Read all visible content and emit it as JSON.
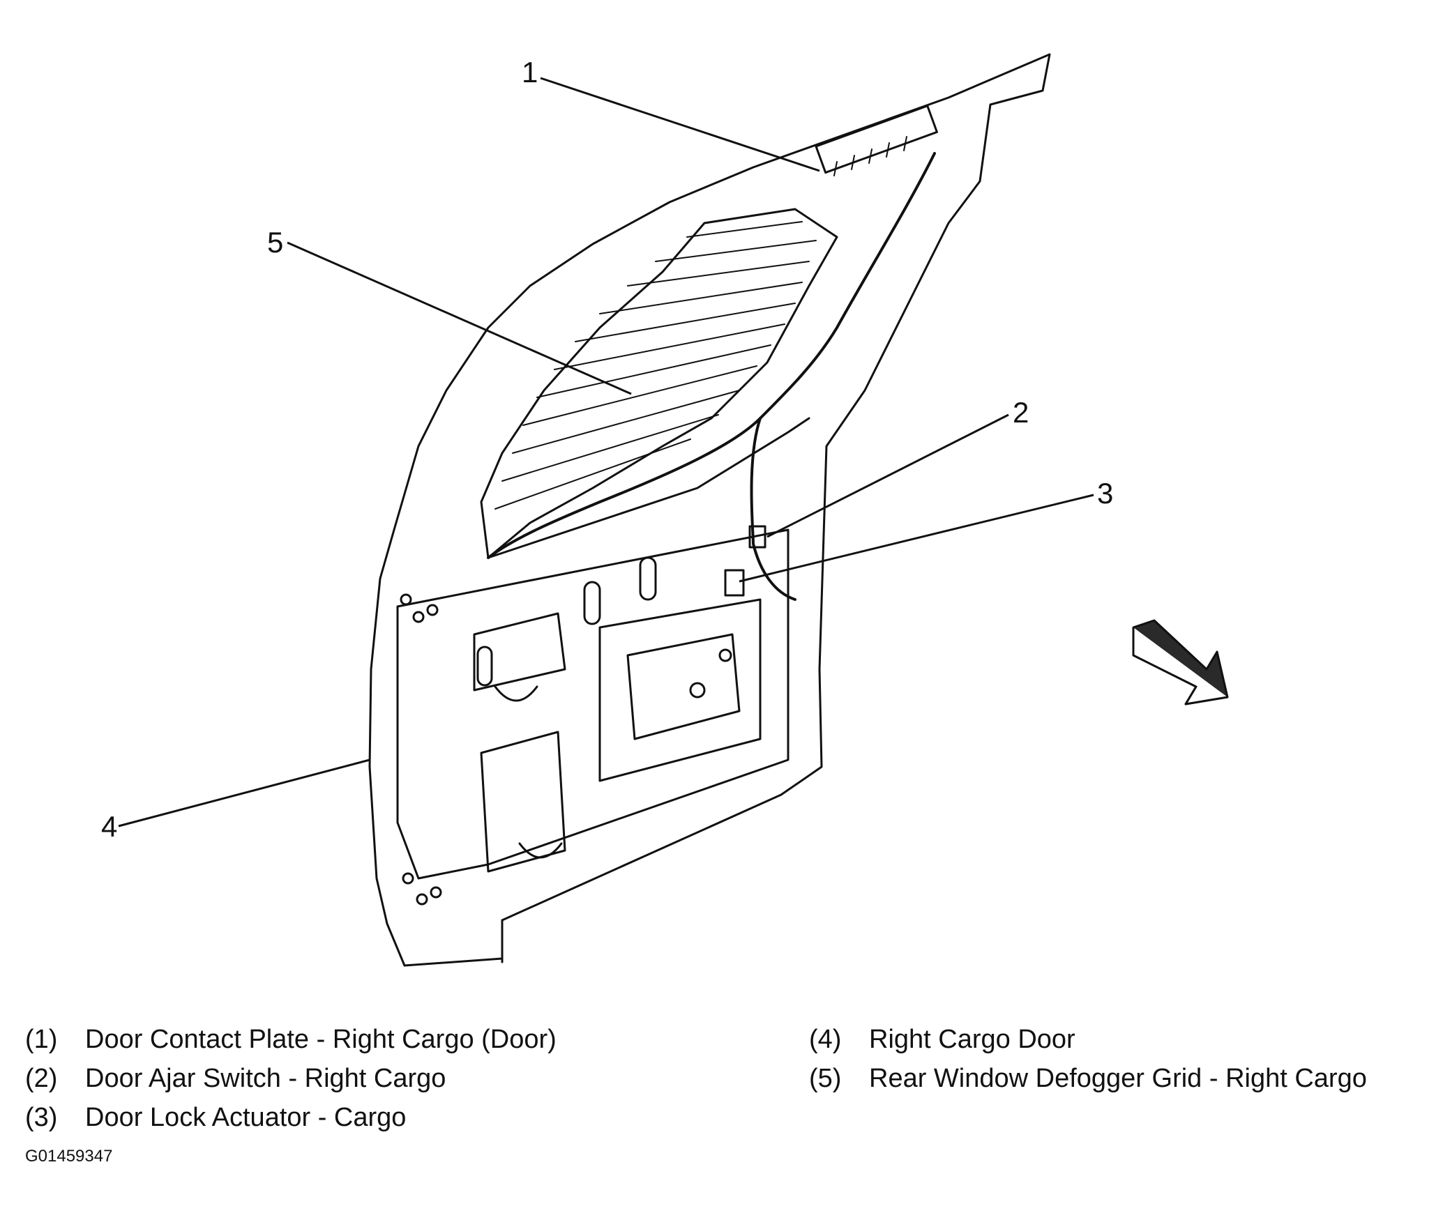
{
  "callouts": [
    {
      "num": "1"
    },
    {
      "num": "2"
    },
    {
      "num": "3"
    },
    {
      "num": "4"
    },
    {
      "num": "5"
    }
  ],
  "legend": {
    "left": [
      {
        "num": "(1)",
        "text": "Door Contact Plate - Right Cargo (Door)"
      },
      {
        "num": "(2)",
        "text": "Door Ajar Switch - Right Cargo"
      },
      {
        "num": "(3)",
        "text": "Door Lock Actuator - Cargo"
      }
    ],
    "right": [
      {
        "num": "(4)",
        "text": "Right Cargo Door"
      },
      {
        "num": "(5)",
        "text": "Rear Window Defogger Grid - Right Cargo"
      }
    ]
  },
  "figure_id": "G01459347",
  "colors": {
    "line": "#111111",
    "background": "#ffffff",
    "arrow_fill": "#2a2a2a"
  },
  "icons": [
    "direction-arrow-icon"
  ]
}
